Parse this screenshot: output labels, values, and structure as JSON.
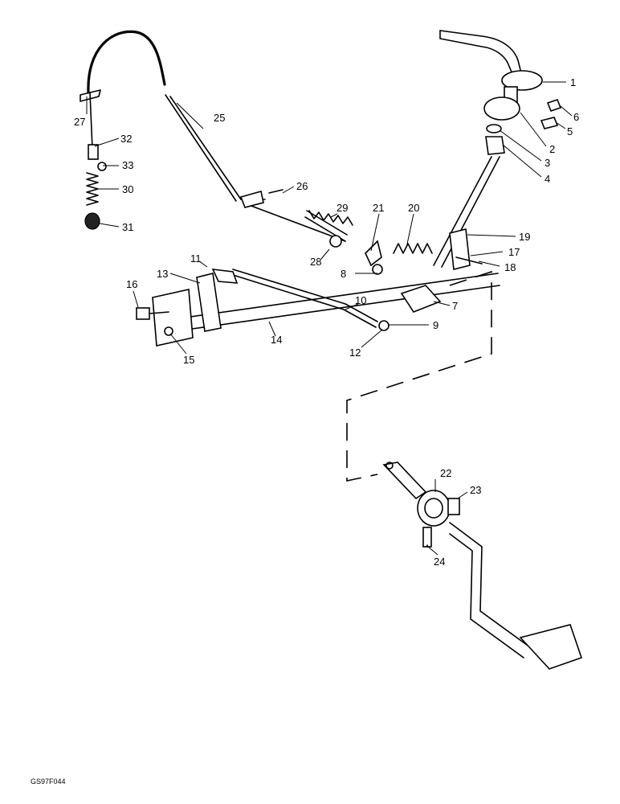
{
  "figure_id": "GS97F044",
  "callouts": {
    "c1": "1",
    "c2": "2",
    "c3": "3",
    "c4": "4",
    "c5": "5",
    "c6": "6",
    "c7": "7",
    "c8": "8",
    "c9": "9",
    "c10": "10",
    "c11": "11",
    "c12": "12",
    "c13": "13",
    "c14": "14",
    "c15": "15",
    "c16": "16",
    "c17": "17",
    "c18": "18",
    "c19": "19",
    "c20": "20",
    "c21": "21",
    "c22": "22",
    "c23": "23",
    "c24": "24",
    "c25": "25",
    "c26": "26",
    "c27": "27",
    "c28": "28",
    "c29": "29",
    "c30": "30",
    "c31": "31",
    "c32": "32",
    "c33": "33"
  }
}
